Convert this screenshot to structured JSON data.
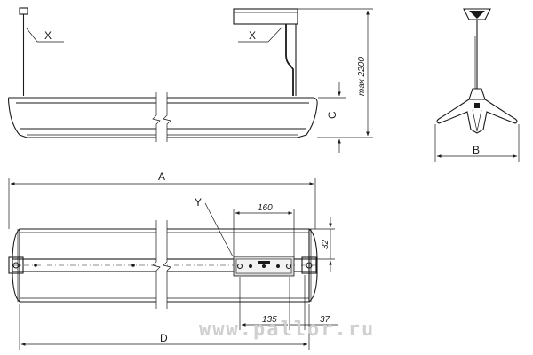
{
  "labels": {
    "x_left": "X",
    "x_right": "X",
    "y": "Y",
    "a": "A",
    "b": "B",
    "c": "C",
    "d": "D"
  },
  "dimensions": {
    "max_height": "max 2200",
    "mount_width": "160",
    "mount_offset": "32",
    "hole_left": "135",
    "hole_right": "37"
  },
  "watermark": "www.pallor.ru"
}
